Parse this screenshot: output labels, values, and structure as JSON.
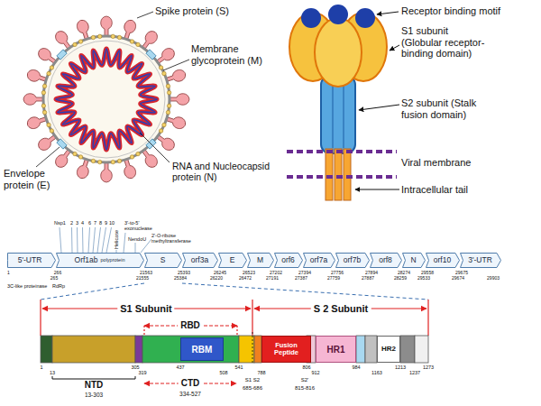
{
  "diagram": {
    "nodes": [
      {
        "text": [
          "5'-UTR"
        ]
      },
      {
        "text": [
          "Orf1ab",
          "polyprotein"
        ]
      },
      {
        "text": [
          "S"
        ]
      },
      {
        "text": [
          "orf3a"
        ]
      },
      {
        "text": [
          "E"
        ]
      },
      {
        "text": [
          "M"
        ]
      },
      {
        "text": [
          "orf6"
        ]
      },
      {
        "text": [
          "orf7a"
        ]
      },
      {
        "text": [
          "orf7b"
        ]
      },
      {
        "text": [
          "orf8"
        ]
      },
      {
        "text": [
          "N"
        ]
      },
      {
        "text": [
          "orf10"
        ]
      },
      {
        "text": [
          "3'-UTR"
        ]
      },
      {
        "text": [
          "RBM"
        ]
      },
      {
        "text": [
          "Fusion Peptide"
        ]
      },
      {
        "text": [
          "HR1"
        ]
      },
      {
        "text": [
          "HR2"
        ]
      }
    ],
    "labels": [
      "Spike protein (S)",
      "Membrane glycoprotein (M)",
      "Envelope protein (E)",
      "RNA and Nucleocapsid protein (N)",
      "Receptor binding motif",
      "S1 subunit (Globular receptor-binding domain)",
      "S2 subunit (Stalk fusion domain)",
      "Viral membrane",
      "Intracellular tail",
      "Nsp1",
      "2",
      "3",
      "4",
      "6",
      "7",
      "8",
      "9",
      "10",
      "Helicase",
      "3'-to-5' exonuclease",
      "NendoU",
      "2'-O-ribose methyltransferase",
      "3C-like proteinase",
      "RdRp",
      "1",
      "265",
      "266",
      "21555",
      "21563",
      "25384",
      "25393",
      "26220",
      "26245",
      "26472",
      "26523",
      "27191",
      "27202",
      "27387",
      "27394",
      "27759",
      "27756",
      "27887",
      "27894",
      "28259",
      "28274",
      "29533",
      "29558",
      "29674",
      "29675",
      "29903",
      "S1 Subunit",
      "S 2 Subunit",
      "RBD",
      "1",
      "13",
      "305",
      "319",
      "437",
      "508",
      "541",
      "788",
      "806",
      "912",
      "984",
      "1163",
      "1213",
      "1237",
      "1273",
      "NTD",
      "13-303",
      "CTD",
      "334-527",
      "S1 S2",
      "685-686",
      "S2'",
      "815-816"
    ]
  }
}
